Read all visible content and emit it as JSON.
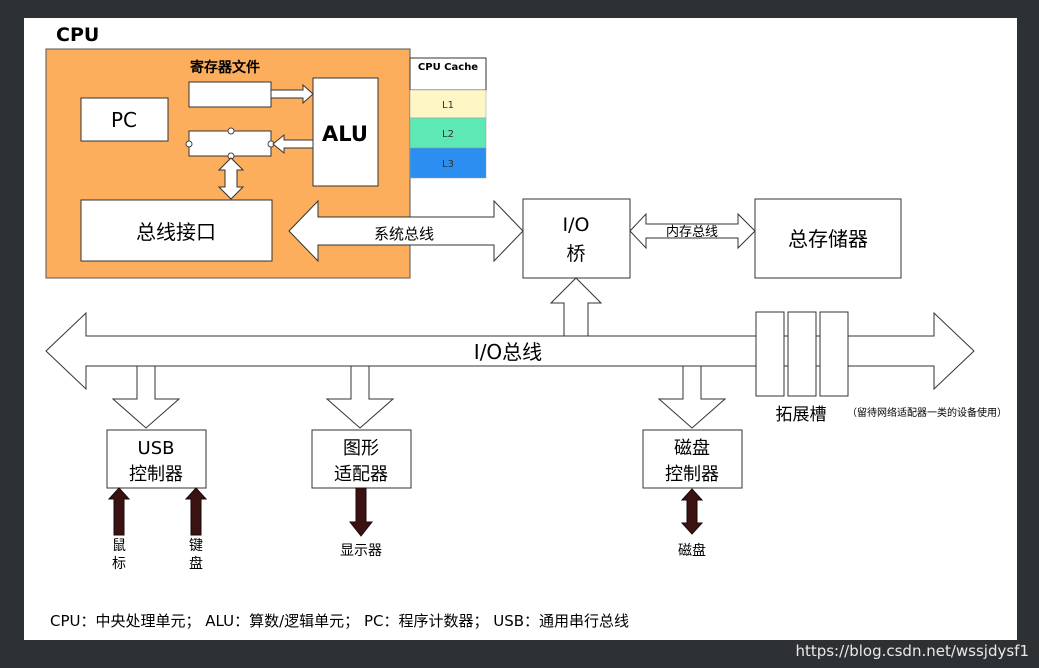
{
  "cpu": {
    "title": "CPU",
    "register_file": "寄存器文件",
    "pc": "PC",
    "alu": "ALU",
    "bus_interface": "总线接口"
  },
  "cache": {
    "title": "CPU Cache",
    "levels": [
      "L1",
      "L2",
      "L3"
    ],
    "colors": [
      "#fff6c6",
      "#5de8b4",
      "#2a8ff0"
    ]
  },
  "system_bus": "系统总线",
  "io_bridge": {
    "line1": "I/O",
    "line2": "桥"
  },
  "memory_bus": "内存总线",
  "main_memory": "总存储器",
  "io_bus": "I/O总线",
  "expansion_slot": {
    "label": "拓展槽",
    "note": "（留待网络适配器一类的设备使用）"
  },
  "controllers": {
    "usb": {
      "line1": "USB",
      "line2": "控制器"
    },
    "graphics": {
      "line1": "图形",
      "line2": "适配器"
    },
    "disk": {
      "line1": "磁盘",
      "line2": "控制器"
    }
  },
  "devices": {
    "mouse": "鼠标",
    "keyboard": "键盘",
    "display": "显示器",
    "disk": "磁盘"
  },
  "legend": "CPU：中央处理单元；  ALU：算数/逻辑单元；  PC：程序计数器；  USB：通用串行总线",
  "watermark": "https://blog.csdn.net/wssjdysf1",
  "colors": {
    "cpu_fill": "#fcae5c",
    "arrow_dark": "#3b1212"
  }
}
